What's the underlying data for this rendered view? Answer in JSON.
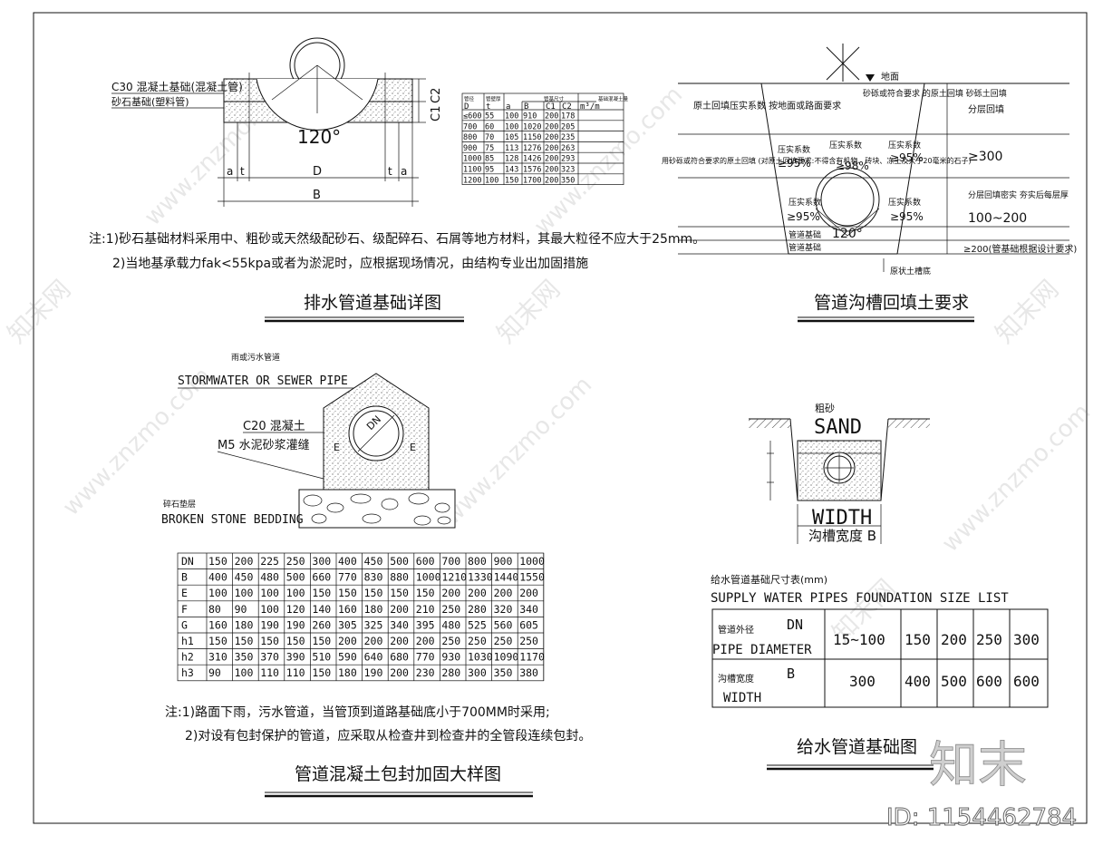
{
  "sheet": {
    "watermark_text": "www.znzmo.com",
    "watermark_cn": "知末网",
    "brand_logo": "知末",
    "id_label": "ID: 1154462784"
  },
  "detail1": {
    "title": "排水管道基础详图",
    "label_c30": "C30 混凝土基础(混凝土管)",
    "label_sand": "砂石基础(塑料管)",
    "angle": "120°",
    "dim_c1": "C1",
    "dim_c2": "C2",
    "dim_D": "D",
    "dim_B": "B",
    "dim_a": "a",
    "dim_t": "t",
    "note1": "注:1)砂石基础材料采用中、粗砂或天然级配砂石、级配碎石、石屑等地方材料，其最大粒径不应大于25mm。",
    "note2": "2)当地基承载力fak<55kpa或者为淤泥时，应根据现场情况，由结构专业出加固措施",
    "table": {
      "headers": [
        "管径",
        "管壁厚",
        "管基尺寸",
        "",
        "",
        "",
        "基础混凝土量"
      ],
      "subheaders": [
        "D",
        "t",
        "a",
        "B",
        "C1",
        "C2",
        "m³/m"
      ],
      "rows": [
        [
          "≤600",
          "55",
          "100",
          "910",
          "200",
          "178",
          ""
        ],
        [
          "700",
          "60",
          "100",
          "1020",
          "200",
          "205",
          ""
        ],
        [
          "800",
          "70",
          "105",
          "1150",
          "200",
          "235",
          ""
        ],
        [
          "900",
          "75",
          "113",
          "1276",
          "200",
          "263",
          ""
        ],
        [
          "1000",
          "85",
          "128",
          "1426",
          "200",
          "293",
          ""
        ],
        [
          "1100",
          "95",
          "143",
          "1576",
          "200",
          "323",
          ""
        ],
        [
          "1200",
          "100",
          "150",
          "1700",
          "200",
          "350",
          ""
        ]
      ]
    }
  },
  "detail2": {
    "title": "管道沟槽回填土要求",
    "ground": "地面",
    "left_top": "原土回填压实系数 按地面或路面要求",
    "left_mid": "用砂砾或符合要求的原土回填 (对原土回填要求:不得含有机物、砖块、冻土及大于20毫米的石子)",
    "center_top": "砂砾或符合要求 的原土回填 砂砾土回填",
    "coef": "压实系数",
    "v95a": "≥95%",
    "v98": "≥98%",
    "v95b": "≥95%",
    "v95c": "≥95%",
    "v95d": "≥95%",
    "angle": "120°",
    "base1": "管道基础",
    "base2": "管道基础",
    "right1": "分层回填",
    "right2": "≥300",
    "right3": "分层回填密实 夯实后每层厚",
    "right4": "100~200",
    "right5": "≥200(管基础根据设计要求)",
    "bottom": "原状土槽底"
  },
  "detail3": {
    "title": "管道混凝土包封加固大样图",
    "label_pipe_cn": "雨或污水管道",
    "label_pipe_en": "STORMWATER OR SEWER PIPE",
    "label_c20": "C20 混凝土",
    "label_m5": "M5 水泥砂浆灌缝",
    "label_stone_cn": "碎石垫层",
    "label_stone_en": "BROKEN STONE BEDDING",
    "label_dn": "DN",
    "label_e": "E",
    "table": {
      "rows": [
        [
          "DN",
          "150",
          "200",
          "225",
          "250",
          "300",
          "400",
          "450",
          "500",
          "600",
          "700",
          "800",
          "900",
          "1000"
        ],
        [
          "B",
          "400",
          "450",
          "480",
          "500",
          "660",
          "770",
          "830",
          "880",
          "1000",
          "1210",
          "1330",
          "1440",
          "1550"
        ],
        [
          "E",
          "100",
          "100",
          "100",
          "100",
          "150",
          "150",
          "150",
          "150",
          "150",
          "200",
          "200",
          "200",
          "200"
        ],
        [
          "F",
          "80",
          "90",
          "100",
          "120",
          "140",
          "160",
          "180",
          "200",
          "210",
          "250",
          "280",
          "320",
          "340"
        ],
        [
          "G",
          "160",
          "180",
          "190",
          "190",
          "260",
          "305",
          "325",
          "340",
          "395",
          "480",
          "525",
          "560",
          "605"
        ],
        [
          "h1",
          "150",
          "150",
          "150",
          "150",
          "150",
          "200",
          "200",
          "200",
          "200",
          "250",
          "250",
          "250",
          "250"
        ],
        [
          "h2",
          "310",
          "350",
          "370",
          "390",
          "510",
          "590",
          "640",
          "680",
          "770",
          "930",
          "1030",
          "1090",
          "1170"
        ],
        [
          "h3",
          "90",
          "100",
          "110",
          "110",
          "150",
          "180",
          "190",
          "200",
          "230",
          "280",
          "300",
          "350",
          "380"
        ]
      ]
    },
    "note1": "注:1)路面下雨，污水管道，当管顶到道路基础底小于700MM时采用;",
    "note2": "2)对设有包封保护的管道，应采取从检查井到检查井的全管段连续包封。"
  },
  "detail4": {
    "title": "给水管道基础图",
    "label_sand_cn": "粗砂",
    "label_sand_en": "SAND",
    "label_width_en": "WIDTH",
    "label_width_cn": "沟槽宽度 B",
    "table_title_cn": "给水管道基础尺寸表(mm)",
    "table_title_en": "SUPPLY WATER PIPES FOUNDATION SIZE LIST",
    "row1_cn": "管道外径",
    "row1_sym": "DN",
    "row1_en": "PIPE DIAMETER",
    "row1_values": [
      "15~100",
      "150",
      "200",
      "250",
      "300"
    ],
    "row2_cn": "沟槽宽度",
    "row2_sym": "B",
    "row2_en": "WIDTH",
    "row2_values": [
      "300",
      "400",
      "500",
      "600",
      "600"
    ]
  }
}
